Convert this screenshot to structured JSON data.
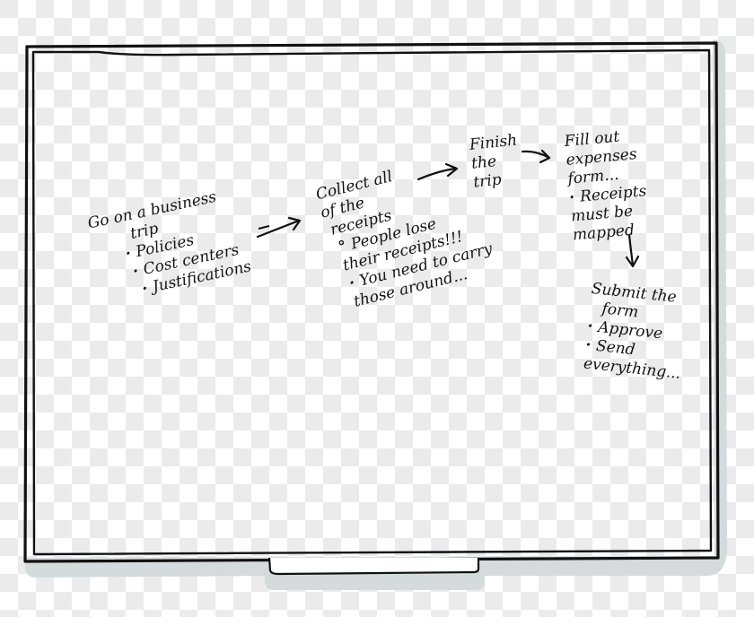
{
  "whiteboard": {
    "frame_color": "#111111",
    "shadow_color": "#d5dadd",
    "notes": [
      {
        "id": "step-1",
        "title_lines": [
          "Go on a business",
          "trip"
        ],
        "bullets": [
          "Policies",
          "Cost centers",
          "Justifications"
        ]
      },
      {
        "id": "step-2",
        "title_lines": [
          "Collect all",
          "of the",
          "receipts"
        ],
        "bullets": [
          "People lose their receipts!!!",
          "You need to carry those around..."
        ]
      },
      {
        "id": "step-3",
        "title_lines": [
          "Finish",
          "the",
          "trip"
        ],
        "bullets": []
      },
      {
        "id": "step-4",
        "title_lines": [
          "Fill out",
          "expenses",
          "form..."
        ],
        "bullets": [
          "Receipts must be mapped"
        ]
      },
      {
        "id": "step-5",
        "title_lines": [
          "Submit the",
          "form"
        ],
        "bullets": [
          "Approve",
          "Send everything..."
        ]
      }
    ],
    "arrows": [
      {
        "from": "step-1",
        "to": "step-2",
        "direction": "right"
      },
      {
        "from": "step-2",
        "to": "step-3",
        "direction": "right"
      },
      {
        "from": "step-3",
        "to": "step-4",
        "direction": "right"
      },
      {
        "from": "step-4",
        "to": "step-5",
        "direction": "down"
      }
    ]
  }
}
